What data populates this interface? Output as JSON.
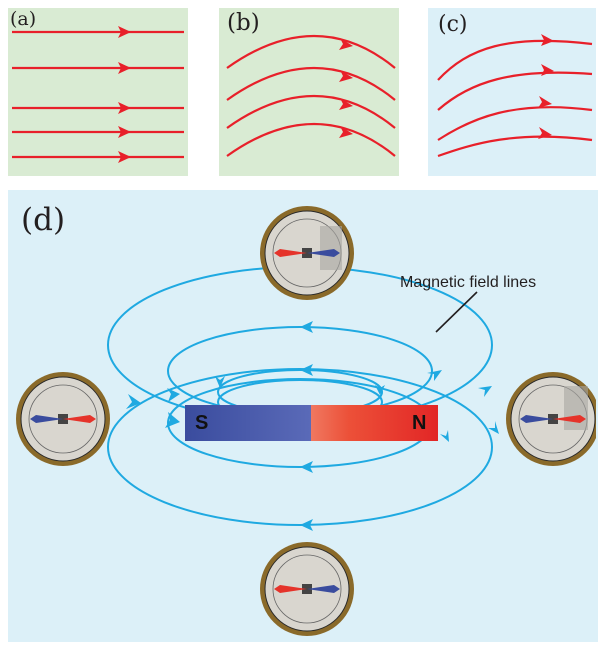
{
  "panels": [
    {
      "label": "(a)"
    },
    {
      "label": "(b)"
    },
    {
      "label": "(c)"
    },
    {
      "label": "(d)"
    }
  ],
  "magnet": {
    "south_label": "S",
    "north_label": "N"
  },
  "annotation": {
    "text": "Magnetic field lines"
  },
  "colors": {
    "green_bg": "#d9ebd3",
    "blue_bg": "#dcf0f8",
    "red_line": "#e8202a",
    "blue_line": "#1fa9e1",
    "south_pole": "#3a4c9e",
    "north_pole": "#e5332a",
    "compass_rim": "#8a6a2a"
  },
  "icons": {
    "compass": "compass-icon",
    "arrow": "arrowhead-icon"
  }
}
